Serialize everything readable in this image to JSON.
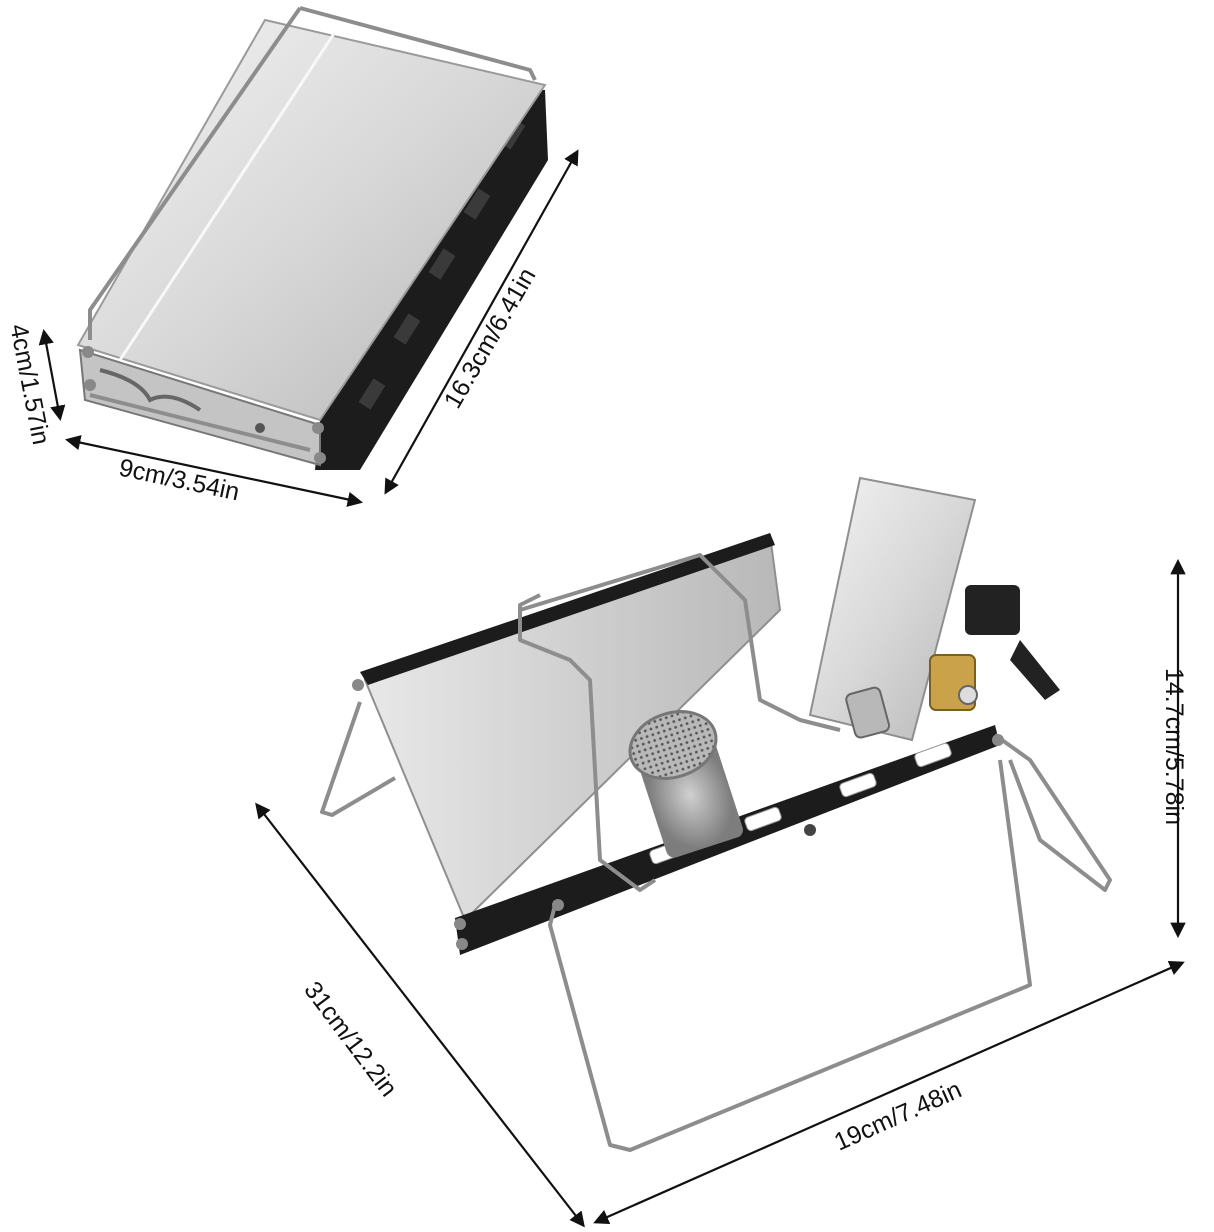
{
  "colors": {
    "steel_light": "#ececec",
    "steel_mid": "#bdbdbd",
    "steel_dark": "#8a8a8a",
    "frame_black": "#1a1a1a",
    "wire": "#9c9c9c",
    "arrow": "#111111",
    "brass": "#c9a24a"
  },
  "dimensions": {
    "folded_height": "4cm/1.57in",
    "folded_width": "9cm/3.54in",
    "folded_length": "16.3cm/6.41in",
    "open_height": "14.7cm/5.78in",
    "open_length": "31cm/12.2in",
    "open_width": "19cm/7.48in"
  }
}
